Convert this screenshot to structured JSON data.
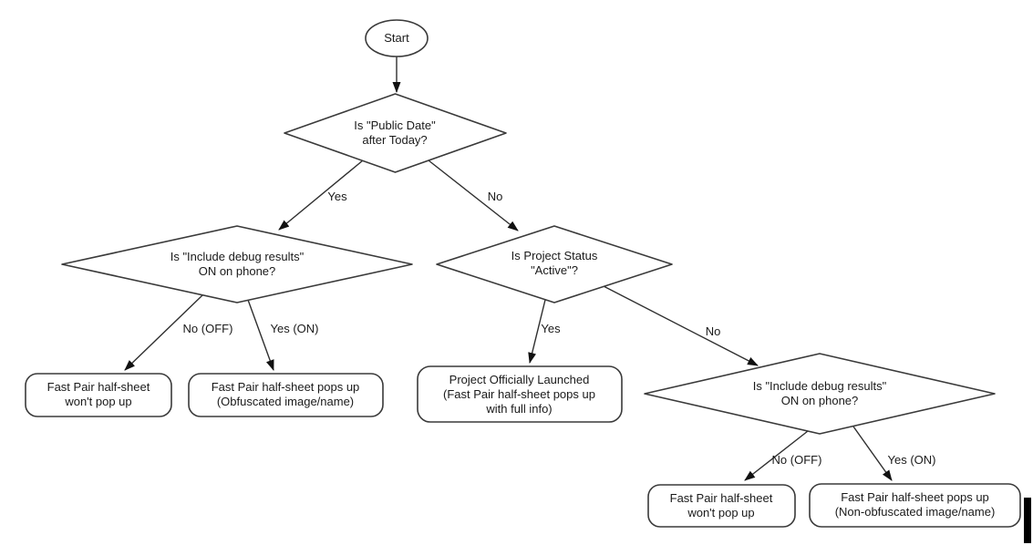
{
  "colors": {
    "background": "#ffffff",
    "shape_stroke": "#3a3a3a",
    "edge_stroke": "#2f2f2f",
    "arrowhead": "#111111",
    "text": "#1a1a1a",
    "node_fill": "#ffffff",
    "cursor_bar": "#000000"
  },
  "nodes": {
    "start": {
      "label": "Start"
    },
    "decision_public_date": {
      "label": "Is \"Public Date\"\nafter Today?"
    },
    "decision_debug_left": {
      "label": "Is \"Include debug results\"\nON on phone?"
    },
    "decision_project_status": {
      "label": "Is Project Status\n\"Active\"?"
    },
    "decision_debug_right": {
      "label": "Is \"Include debug results\"\nON on phone?"
    },
    "result_no_popup_left": {
      "label": "Fast Pair half-sheet\nwon't pop up"
    },
    "result_obfuscated": {
      "label": "Fast Pair half-sheet pops up\n(Obfuscated image/name)"
    },
    "result_launched": {
      "label": "Project Officially Launched\n(Fast Pair half-sheet pops up\nwith full info)"
    },
    "result_no_popup_right": {
      "label": "Fast Pair half-sheet\nwon't pop up"
    },
    "result_non_obfuscated": {
      "label": "Fast Pair half-sheet pops up\n(Non-obfuscated image/name)"
    }
  },
  "edge_labels": {
    "yes_to_debug_left": "Yes",
    "no_to_project_status": "No",
    "no_off_left": "No (OFF)",
    "yes_on_left": "Yes (ON)",
    "yes_to_launched": "Yes",
    "no_to_debug_right": "No",
    "no_off_right": "No (OFF)",
    "yes_on_right": "Yes (ON)"
  }
}
